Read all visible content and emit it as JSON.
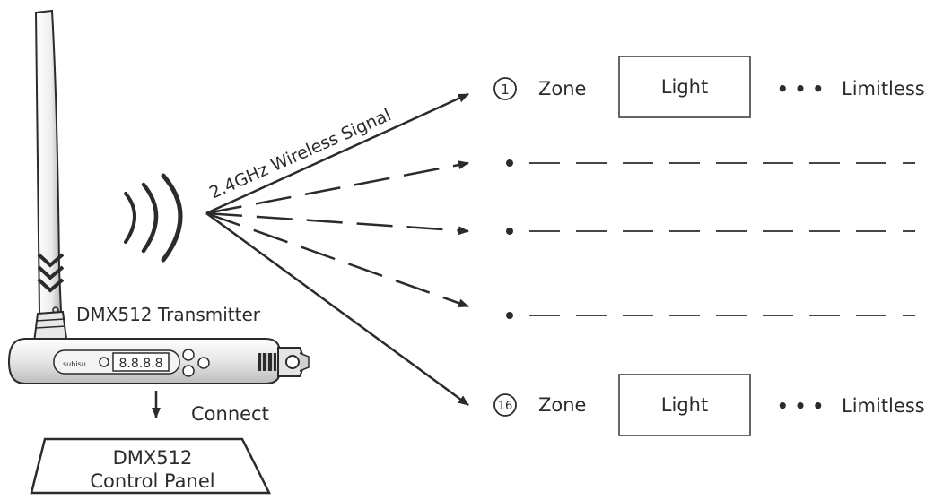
{
  "signal_label": "2.4GHz Wireless Signal",
  "transmitter": {
    "label": "DMX512 Transmitter",
    "brand": "subisu",
    "display": "8.8.8.8"
  },
  "connect_label": "Connect",
  "control_panel": {
    "line1": "DMX512",
    "line2": "Control Panel"
  },
  "zones": [
    {
      "number": "1",
      "zone_label": "Zone",
      "light_label": "Light",
      "dots": "• • •",
      "tail_label": "Limitless"
    },
    {
      "number": "16",
      "zone_label": "Zone",
      "light_label": "Light",
      "dots": "• • •",
      "tail_label": "Limitless"
    }
  ],
  "colors": {
    "ink": "#2b2b2b",
    "box_border": "#555555",
    "background": "#ffffff"
  }
}
